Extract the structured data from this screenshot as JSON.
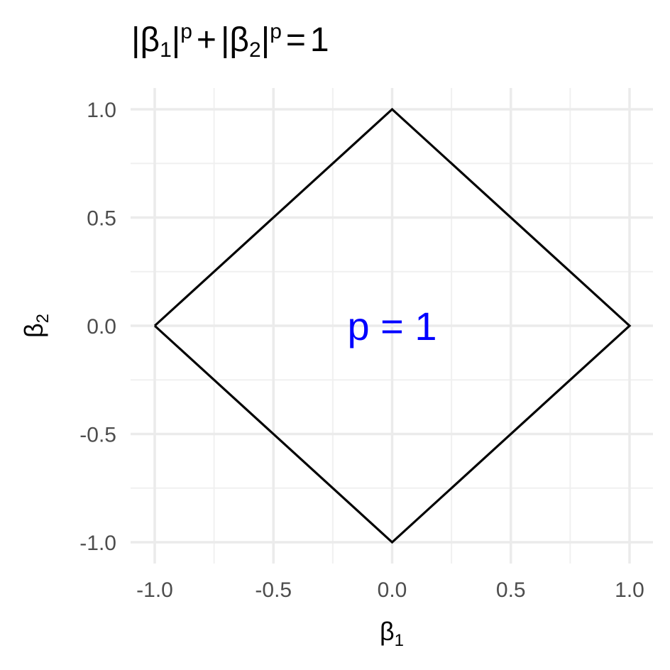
{
  "chart_data": {
    "type": "line",
    "title": {
      "abs_open": "|",
      "beta": "β",
      "sub1": "1",
      "sub2": "2",
      "abs_close": "|",
      "p": "p",
      "plus": "+",
      "equals": "=",
      "one": "1"
    },
    "xlabel": {
      "main": "β",
      "sub": "1"
    },
    "ylabel": {
      "main": "β",
      "sub": "2"
    },
    "xlim": [
      -1.0,
      1.0
    ],
    "ylim": [
      -1.0,
      1.0
    ],
    "x_ticks": [
      "-1.0",
      "-0.5",
      "0.0",
      "0.5",
      "1.0"
    ],
    "y_ticks": [
      "1.0",
      "0.5",
      "0.0",
      "-0.5",
      "-1.0"
    ],
    "x_tick_values": [
      -1.0,
      -0.5,
      0.0,
      0.5,
      1.0
    ],
    "y_tick_values": [
      1.0,
      0.5,
      0.0,
      -0.5,
      -1.0
    ],
    "minor_grid": [
      -0.75,
      -0.25,
      0.25,
      0.75
    ],
    "grid": true,
    "series": [
      {
        "points": [
          {
            "x": -1.0,
            "y": 0.0
          },
          {
            "x": 0.0,
            "y": 1.0
          },
          {
            "x": 1.0,
            "y": 0.0
          },
          {
            "x": 0.0,
            "y": -1.0
          },
          {
            "x": -1.0,
            "y": 0.0
          }
        ],
        "color": "#000000"
      }
    ],
    "annotation": {
      "text": "p = 1",
      "x": 0.0,
      "y": 0.0,
      "color": "#0000ff"
    }
  }
}
